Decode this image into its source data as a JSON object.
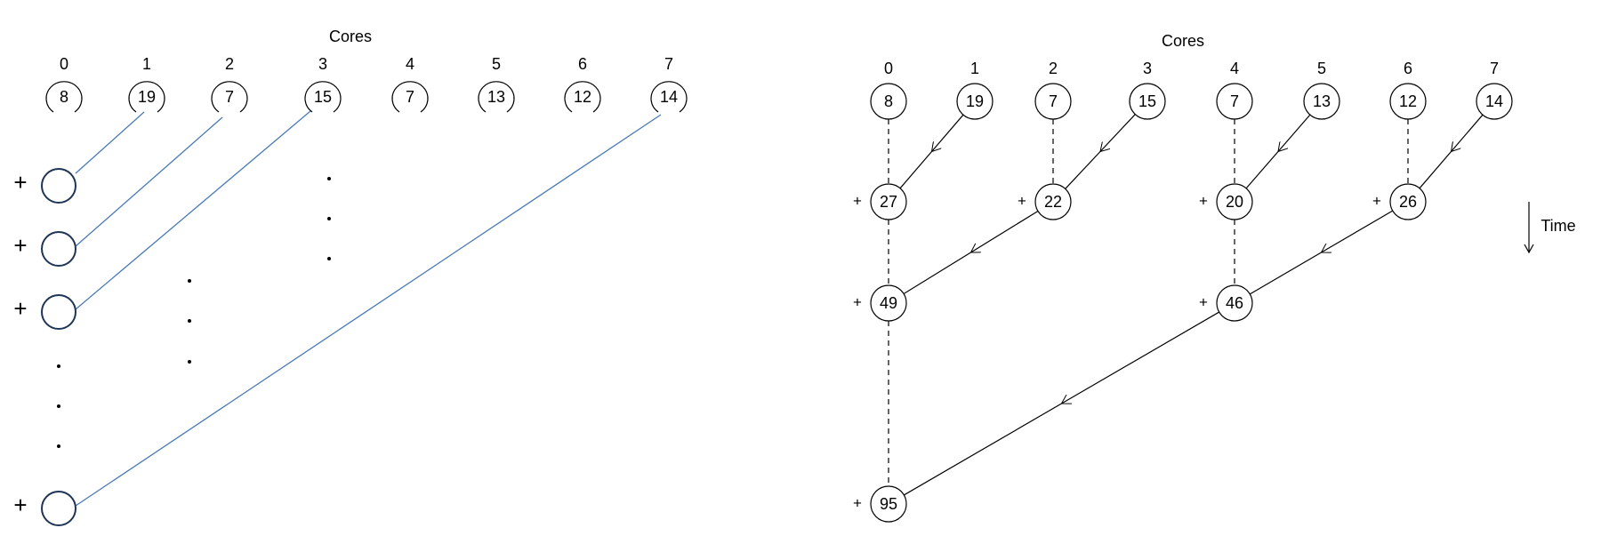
{
  "left_panel": {
    "title": "Cores",
    "cores": [
      {
        "label": "0",
        "value": "8"
      },
      {
        "label": "1",
        "value": "19"
      },
      {
        "label": "2",
        "value": "7"
      },
      {
        "label": "3",
        "value": "15"
      },
      {
        "label": "4",
        "value": "7"
      },
      {
        "label": "5",
        "value": "13"
      },
      {
        "label": "6",
        "value": "12"
      },
      {
        "label": "7",
        "value": "14"
      }
    ],
    "plus_symbol": "+",
    "accumulator_from_cores": [
      "1",
      "2",
      "3",
      "7"
    ],
    "line_color": "#4a7ab8",
    "accumulator_color": "#1f3556"
  },
  "right_panel": {
    "title": "Cores",
    "time_label": "Time",
    "plus_symbol": "+",
    "cores": [
      {
        "label": "0",
        "value": "8"
      },
      {
        "label": "1",
        "value": "19"
      },
      {
        "label": "2",
        "value": "7"
      },
      {
        "label": "3",
        "value": "15"
      },
      {
        "label": "4",
        "value": "7"
      },
      {
        "label": "5",
        "value": "13"
      },
      {
        "label": "6",
        "value": "12"
      },
      {
        "label": "7",
        "value": "14"
      }
    ],
    "levels": [
      [
        {
          "core": 0,
          "value": "27",
          "from": 1
        },
        {
          "core": 2,
          "value": "22",
          "from": 3
        },
        {
          "core": 4,
          "value": "20",
          "from": 5
        },
        {
          "core": 6,
          "value": "26",
          "from": 7
        }
      ],
      [
        {
          "core": 0,
          "value": "49",
          "from": 2
        },
        {
          "core": 4,
          "value": "46",
          "from": 6
        }
      ],
      [
        {
          "core": 0,
          "value": "95",
          "from": 4
        }
      ]
    ]
  }
}
